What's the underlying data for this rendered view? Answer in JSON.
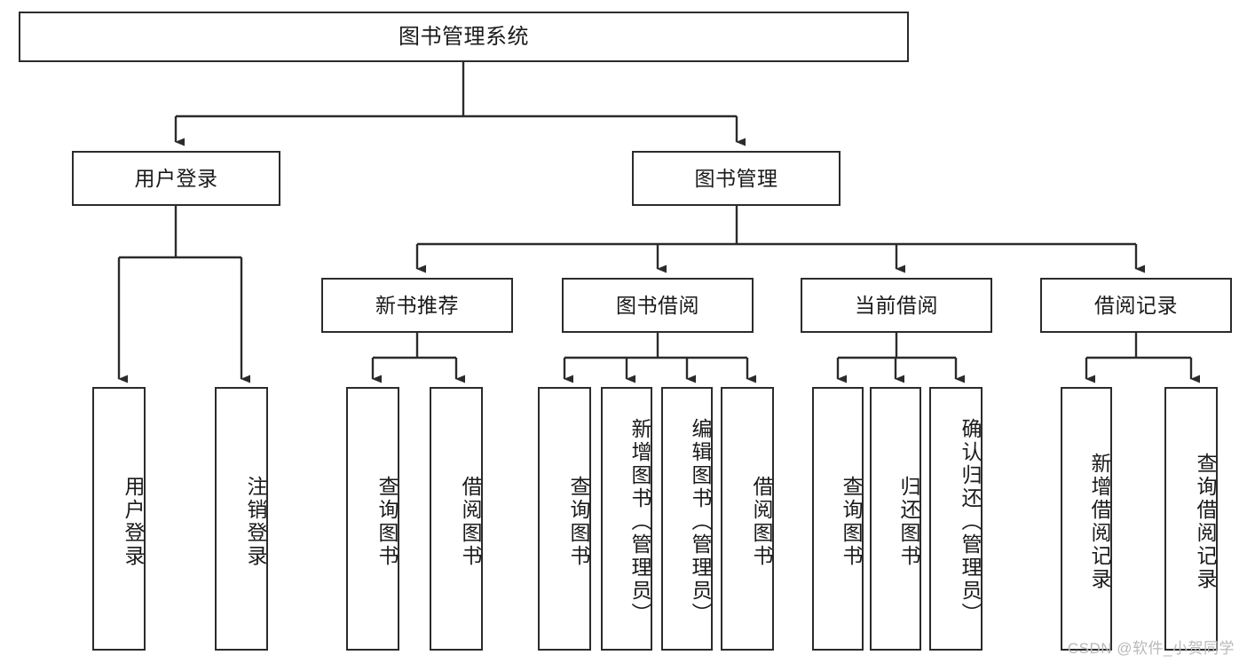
{
  "diagram": {
    "type": "tree-hierarchy",
    "title": "图书管理系统",
    "colors": {
      "box_border": "#2b2b2b",
      "box_fill": "#ffffff",
      "edge": "#2b2b2b",
      "text": "#1a1a1a",
      "watermark": "#b9b9b9"
    },
    "root": {
      "label": "图书管理系统"
    },
    "level2": [
      {
        "label": "用户登录"
      },
      {
        "label": "图书管理"
      }
    ],
    "level3": [
      {
        "label": "新书推荐"
      },
      {
        "label": "图书借阅"
      },
      {
        "label": "当前借阅"
      },
      {
        "label": "借阅记录"
      }
    ],
    "leaves": {
      "user_login": [
        {
          "label": "用户登录"
        },
        {
          "label": "注销登录"
        }
      ],
      "new_book_recommend": [
        {
          "label": "查询图书"
        },
        {
          "label": "借阅图书"
        }
      ],
      "book_borrow": [
        {
          "label": "查询图书"
        },
        {
          "label": "新增图书（管理员）"
        },
        {
          "label": "编辑图书（管理员）"
        },
        {
          "label": "借阅图书"
        }
      ],
      "current_borrow": [
        {
          "label": "查询图书"
        },
        {
          "label": "归还图书"
        },
        {
          "label": "确认归还（管理员）"
        }
      ],
      "borrow_record": [
        {
          "label": "新增借阅记录"
        },
        {
          "label": "查询借阅记录"
        }
      ]
    },
    "watermark": "CSDN @软件_小贺同学"
  }
}
